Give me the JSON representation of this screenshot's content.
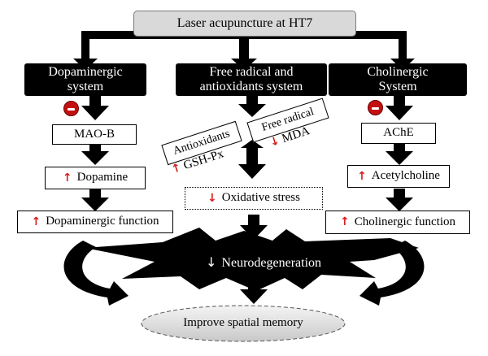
{
  "top": {
    "label": "Laser acupuncture at HT7"
  },
  "left": {
    "header": [
      "Dopaminergic",
      "system"
    ],
    "enzyme": "MAO-B",
    "level": "Dopamine",
    "function": "Dopaminergic function"
  },
  "middle": {
    "header": [
      "Free radical and",
      "antioxidants system"
    ],
    "antioxidants_label": "Antioxidants",
    "antioxidants_marker": "GSH-Px",
    "free_radical_label": "Free radical",
    "free_radical_marker": "MDA",
    "stress": "Oxidative stress"
  },
  "right": {
    "header": [
      "Cholinergic",
      "System"
    ],
    "enzyme": "AChE",
    "level": "Acetylcholine",
    "function": "Cholinergic function"
  },
  "center": {
    "neuro": "Neurodegeneration"
  },
  "bottom": {
    "outcome": "Improve spatial memory"
  },
  "symbols": {
    "up": "↑",
    "down": "↓"
  },
  "colors": {
    "up_arrow": "#d81e1e",
    "down_arrow": "#d81e1e",
    "inhibit": "#c41010",
    "top_box_fill": "#d9d9d9"
  }
}
